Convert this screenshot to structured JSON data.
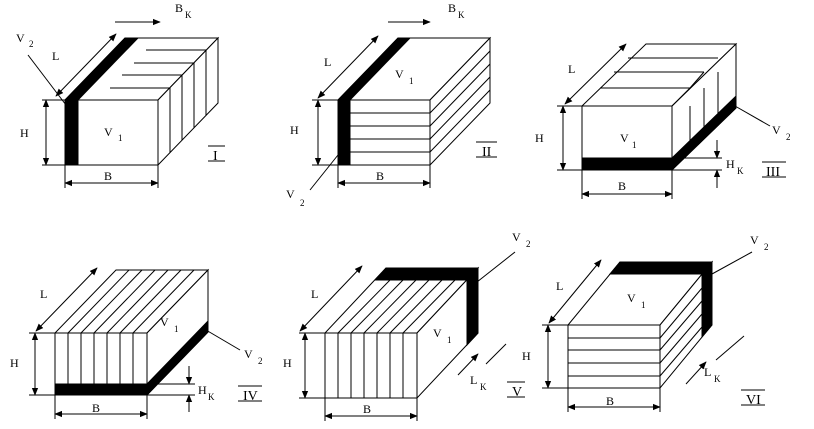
{
  "labels": {
    "L": "L",
    "H": "H",
    "B": "B",
    "V": "V",
    "sub1": "1",
    "sub2": "2",
    "Bk_main": "B",
    "Hk_main": "H",
    "Lk_main": "L",
    "k": "K"
  },
  "variants": [
    {
      "id": "I",
      "numeral": "I"
    },
    {
      "id": "II",
      "numeral": "II"
    },
    {
      "id": "III",
      "numeral": "III"
    },
    {
      "id": "IV",
      "numeral": "IV"
    },
    {
      "id": "V",
      "numeral": "V"
    },
    {
      "id": "VI",
      "numeral": "VI"
    }
  ]
}
